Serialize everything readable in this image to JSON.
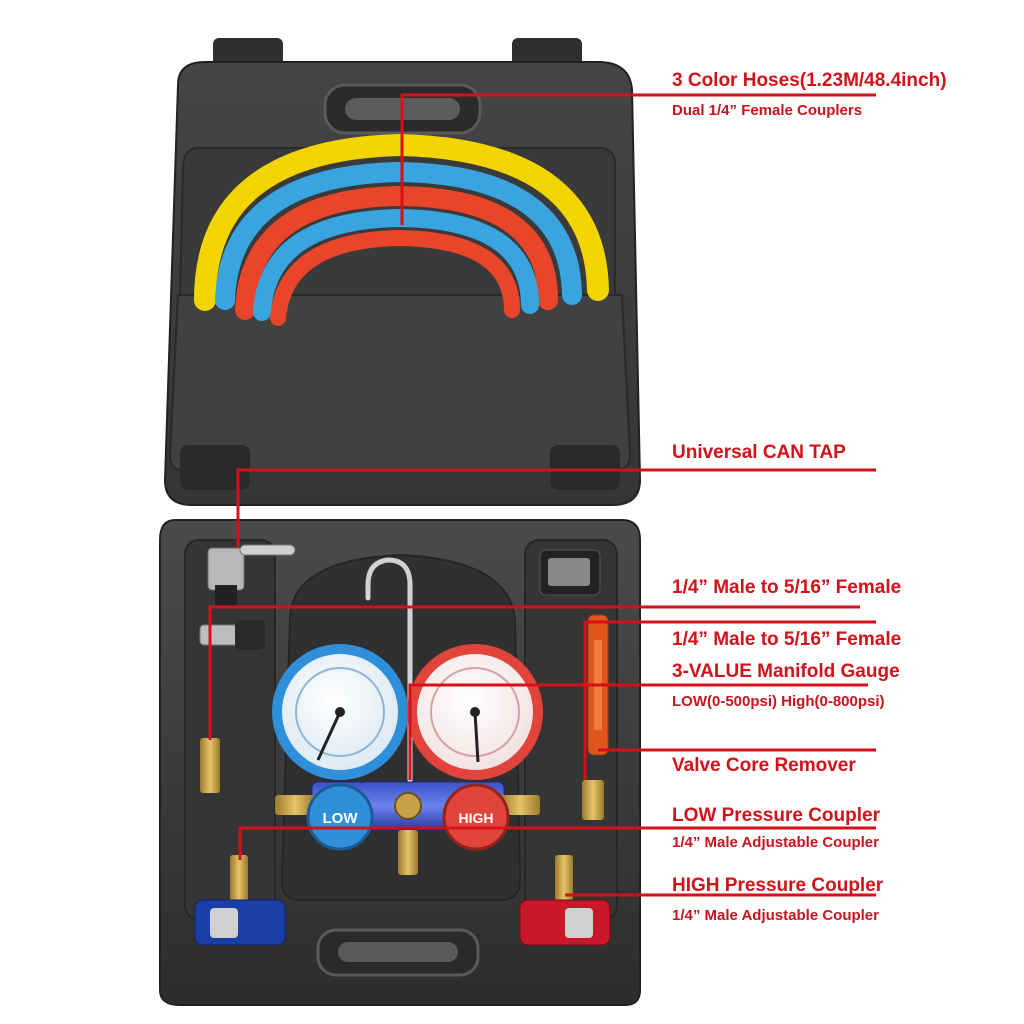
{
  "colors": {
    "accent": "#d4111a",
    "label_text": "#c8141c",
    "case": "#3a3a3a",
    "case_light": "#4a4a4a",
    "hose_yellow": "#f2d400",
    "hose_blue": "#39a4e0",
    "hose_red": "#e8452a",
    "knob_blue": "#2f8fd8",
    "knob_red": "#e0443a",
    "brass": "#c9a04a",
    "coupler_blue": "#1a3fa8",
    "coupler_red": "#c8182a"
  },
  "callouts": [
    {
      "title": "3 Color Hoses(1.23M/48.4inch)",
      "subtitle": "Dual 1/4” Female  Couplers"
    },
    {
      "title": "Universal CAN TAP"
    },
    {
      "title": "1/4” Male to 5/16” Female"
    },
    {
      "title": "1/4” Male to 5/16” Female"
    },
    {
      "title": "3-VALUE Manifold Gauge",
      "subtitle": "LOW(0-500psi) High(0-800psi)"
    },
    {
      "title": "Valve Core Remover"
    },
    {
      "title": "LOW Pressure Coupler",
      "subtitle": "1/4” Male Adjustable Coupler"
    },
    {
      "title": "HIGH Pressure Coupler",
      "subtitle": "1/4” Male Adjustable Coupler"
    }
  ],
  "knobs": {
    "low": "LOW",
    "high": "HIGH"
  }
}
